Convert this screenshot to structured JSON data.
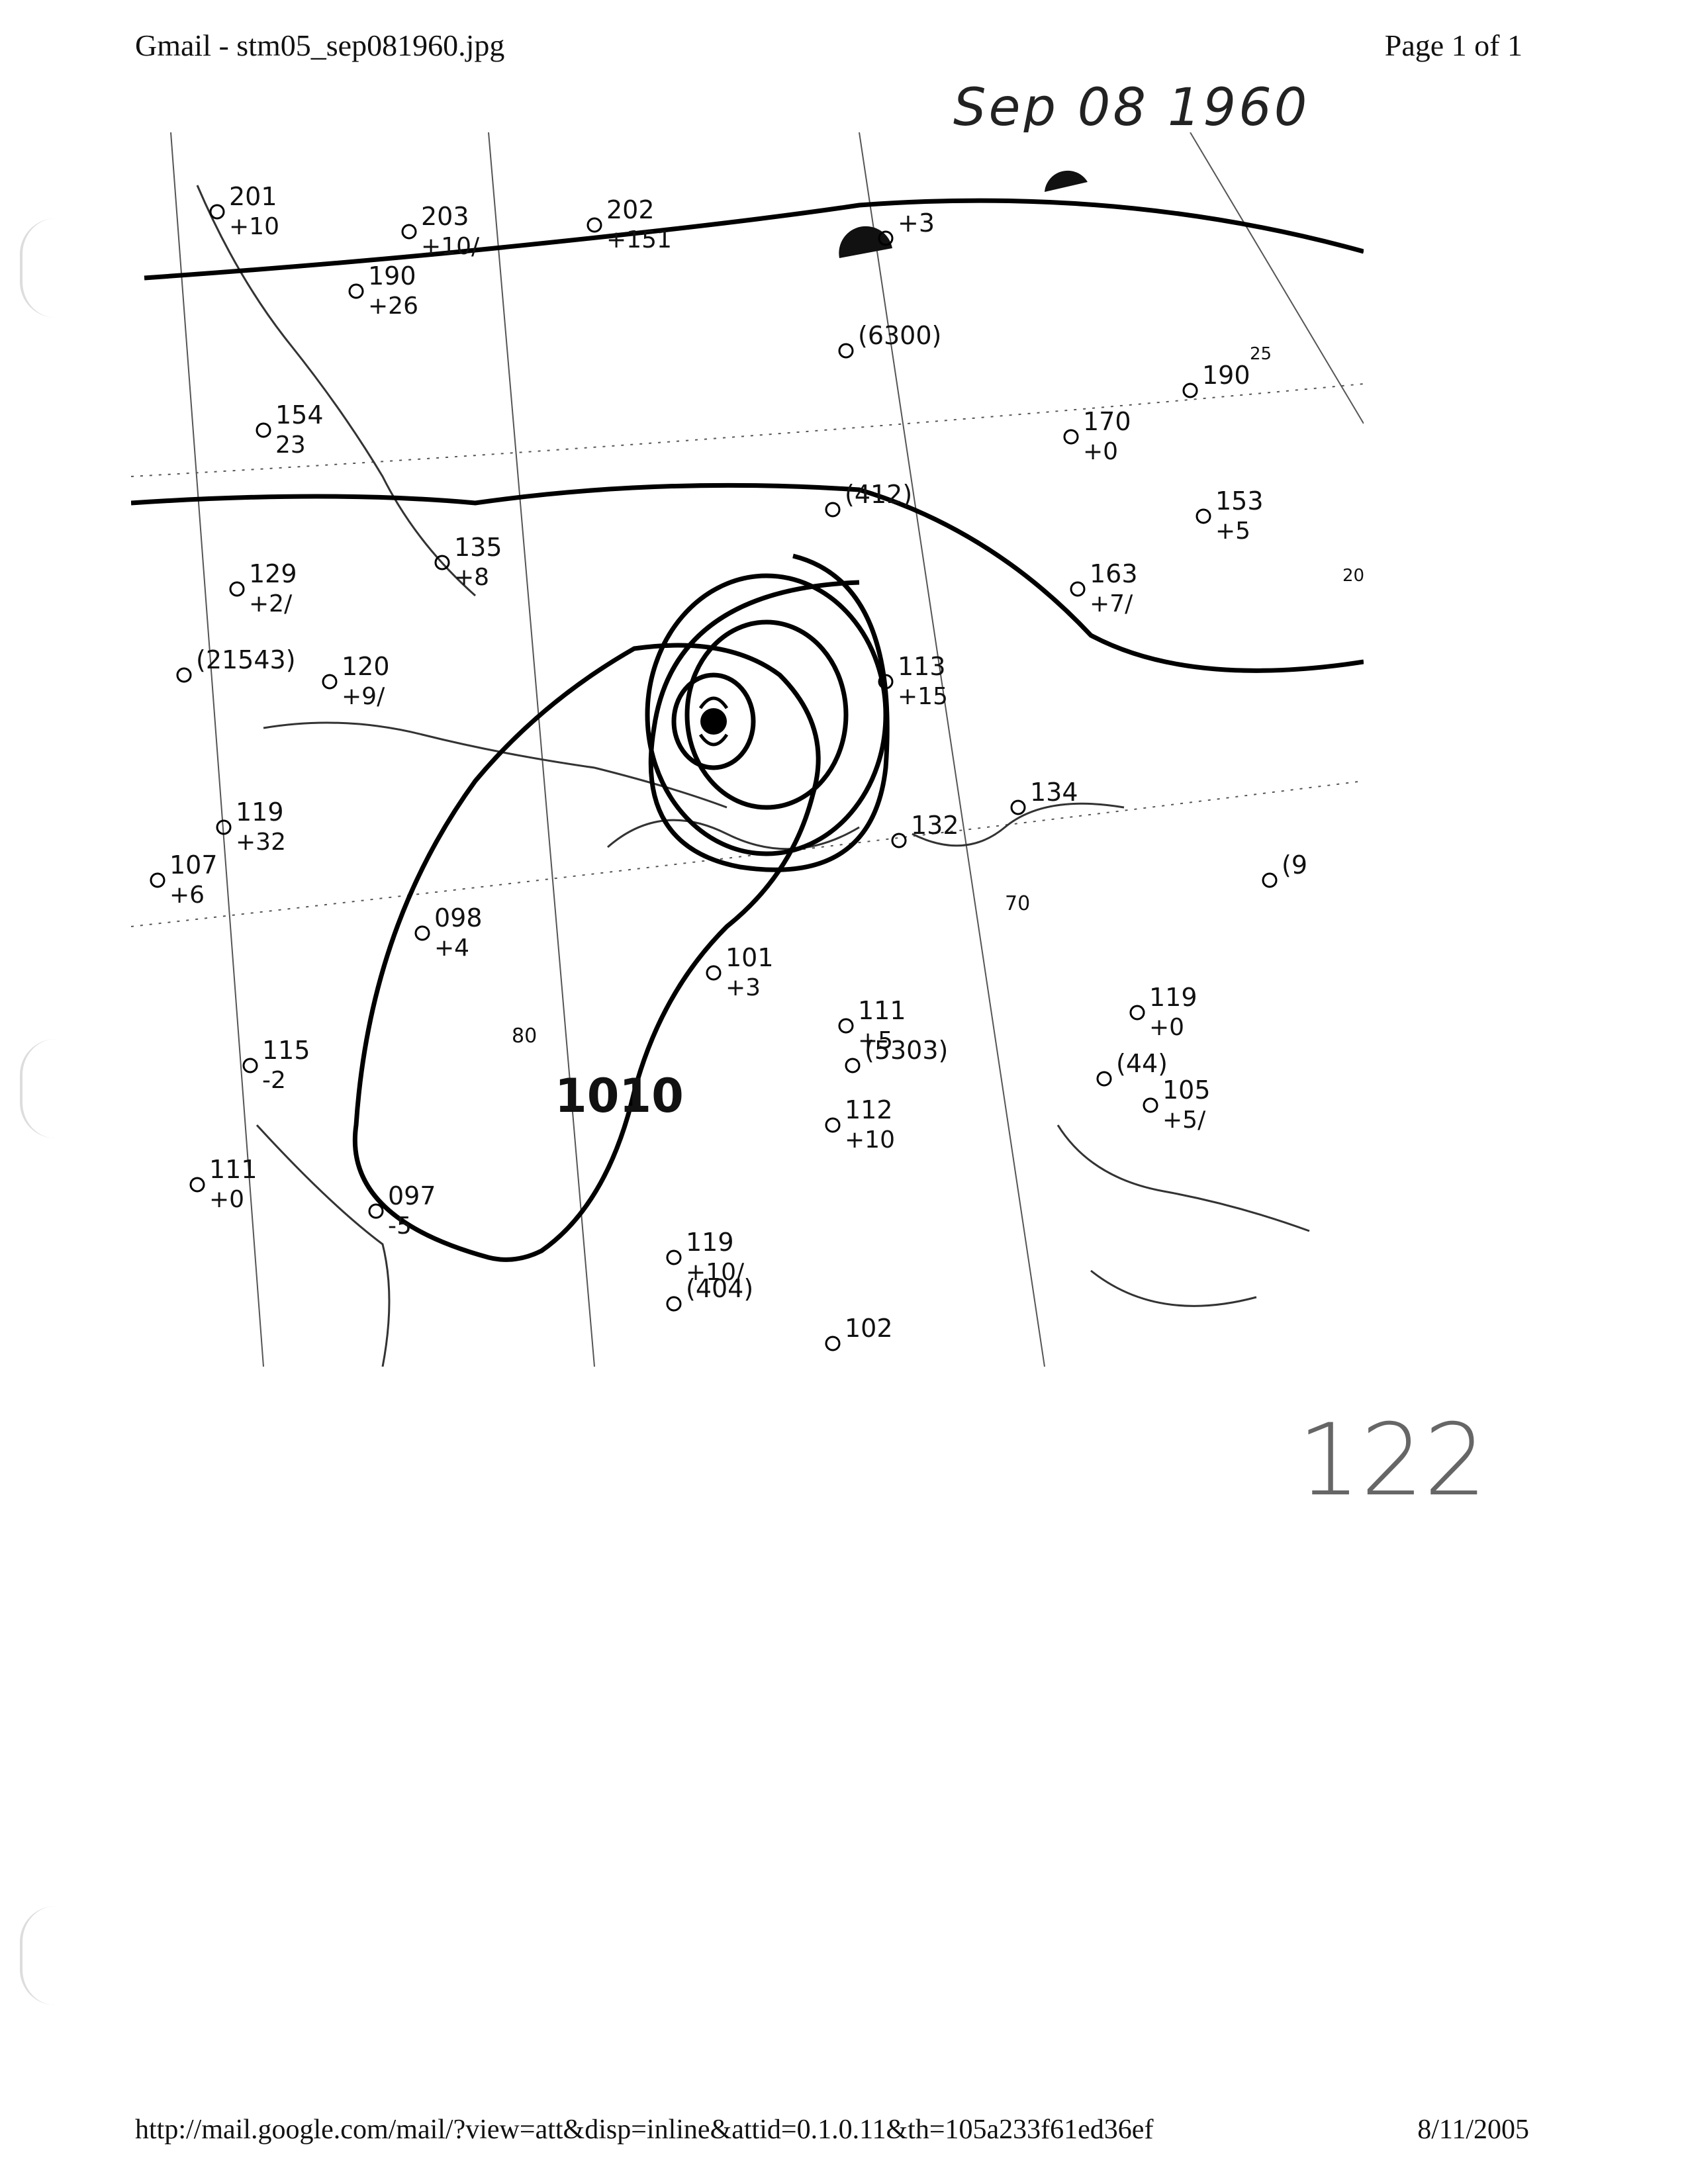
{
  "header": {
    "title": "Gmail - stm05_sep081960.jpg",
    "page": "Page 1 of 1"
  },
  "handwritten": {
    "date": "Sep 08 1960",
    "page_number": "122"
  },
  "map": {
    "isobar_label": "1010",
    "stations": [
      {
        "id": "s1",
        "text": "201",
        "aux": "+10"
      },
      {
        "id": "s2",
        "text": "203",
        "aux": "+10/"
      },
      {
        "id": "s3",
        "text": "202",
        "aux": "+151"
      },
      {
        "id": "s4",
        "text": "190",
        "aux": "+26"
      },
      {
        "id": "s5",
        "text": "154",
        "aux": "23"
      },
      {
        "id": "s6",
        "text": "135",
        "aux": "+8"
      },
      {
        "id": "s7",
        "text": "129",
        "aux": "+2/"
      },
      {
        "id": "s8",
        "text": "(21543)",
        "aux": ""
      },
      {
        "id": "s9",
        "text": "120",
        "aux": "+9/"
      },
      {
        "id": "s10",
        "text": "119",
        "aux": "+32"
      },
      {
        "id": "s11",
        "text": "107",
        "aux": "+6"
      },
      {
        "id": "s12",
        "text": "098",
        "aux": "+4"
      },
      {
        "id": "s13",
        "text": "115",
        "aux": "-2"
      },
      {
        "id": "s14",
        "text": "111",
        "aux": "+0"
      },
      {
        "id": "s15",
        "text": "097",
        "aux": "-5"
      },
      {
        "id": "s16",
        "text": "101",
        "aux": "+3"
      },
      {
        "id": "s17",
        "text": "111",
        "aux": "+5"
      },
      {
        "id": "s18",
        "text": "(5303)",
        "aux": ""
      },
      {
        "id": "s19",
        "text": "112",
        "aux": "+10"
      },
      {
        "id": "s20",
        "text": "119",
        "aux": "+10/"
      },
      {
        "id": "s21",
        "text": "(404)",
        "aux": ""
      },
      {
        "id": "s22",
        "text": "102",
        "aux": ""
      },
      {
        "id": "s23",
        "text": "119",
        "aux": "+0"
      },
      {
        "id": "s24",
        "text": "(44)",
        "aux": ""
      },
      {
        "id": "s25",
        "text": "105",
        "aux": "+5/"
      },
      {
        "id": "s26",
        "text": "132",
        "aux": ""
      },
      {
        "id": "s27",
        "text": "134",
        "aux": ""
      },
      {
        "id": "s28",
        "text": "113",
        "aux": "+15"
      },
      {
        "id": "s29",
        "text": "163",
        "aux": "+7/"
      },
      {
        "id": "s30",
        "text": "153",
        "aux": "+5"
      },
      {
        "id": "s31",
        "text": "170",
        "aux": "+0"
      },
      {
        "id": "s32",
        "text": "190",
        "aux": ""
      },
      {
        "id": "s33",
        "text": "(412)",
        "aux": ""
      },
      {
        "id": "s34",
        "text": "(6300)",
        "aux": ""
      },
      {
        "id": "s35",
        "text": "+3",
        "aux": ""
      },
      {
        "id": "s36",
        "text": "(9",
        "aux": ""
      }
    ],
    "grid_labels": {
      "lon80": "80",
      "lon70": "70",
      "lat20": "20",
      "lat25": "25"
    }
  },
  "footer": {
    "url": "http://mail.google.com/mail/?view=att&disp=inline&attid=0.1.0.11&th=105a233f61ed36ef",
    "date": "8/11/2005"
  }
}
